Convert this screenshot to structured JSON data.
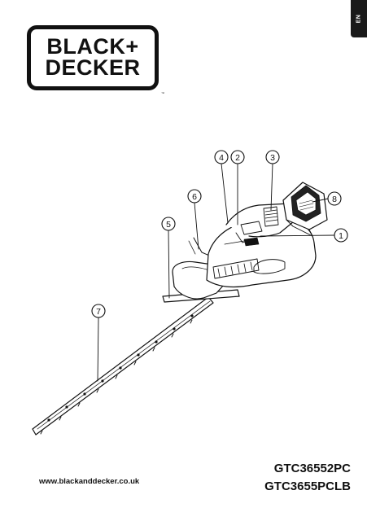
{
  "language_tab": "EN",
  "brand": {
    "line1": "BLACK+",
    "line2": "DECKER",
    "trademark": "™"
  },
  "callouts": [
    {
      "num": "4"
    },
    {
      "num": "2"
    },
    {
      "num": "3"
    },
    {
      "num": "6"
    },
    {
      "num": "8"
    },
    {
      "num": "5"
    },
    {
      "num": "1"
    },
    {
      "num": "7"
    }
  ],
  "website": "www.blackanddecker.co.uk",
  "models": [
    "GTC36552PC",
    "GTC3655PCLB"
  ]
}
